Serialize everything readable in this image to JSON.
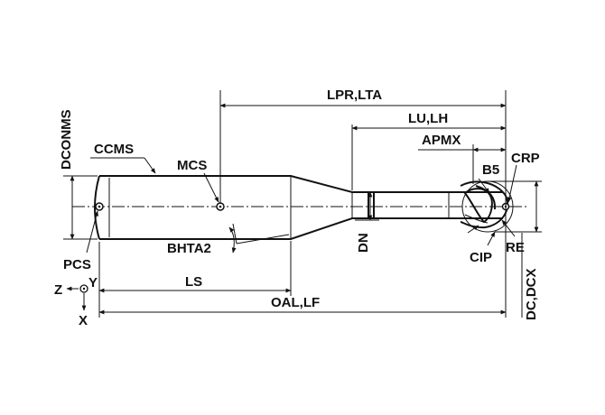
{
  "labels": {
    "lpr_lta": "LPR,LTA",
    "lu_lh": "LU,LH",
    "apmx": "APMX",
    "ccms": "CCMS",
    "mcs": "MCS",
    "dconms": "DCONMS",
    "b5": "B5",
    "crp": "CRP",
    "bhta2": "BHTA2",
    "dn": "DN",
    "re": "RE",
    "cip": "CIP",
    "pcs": "PCS",
    "y_axis": "Y",
    "z_axis": "Z",
    "x_axis": "X",
    "ls": "LS",
    "oal_lf": "OAL,LF",
    "dc_dcx": "DC,DCX"
  },
  "colors": {
    "line": "#111111",
    "background": "#ffffff"
  }
}
